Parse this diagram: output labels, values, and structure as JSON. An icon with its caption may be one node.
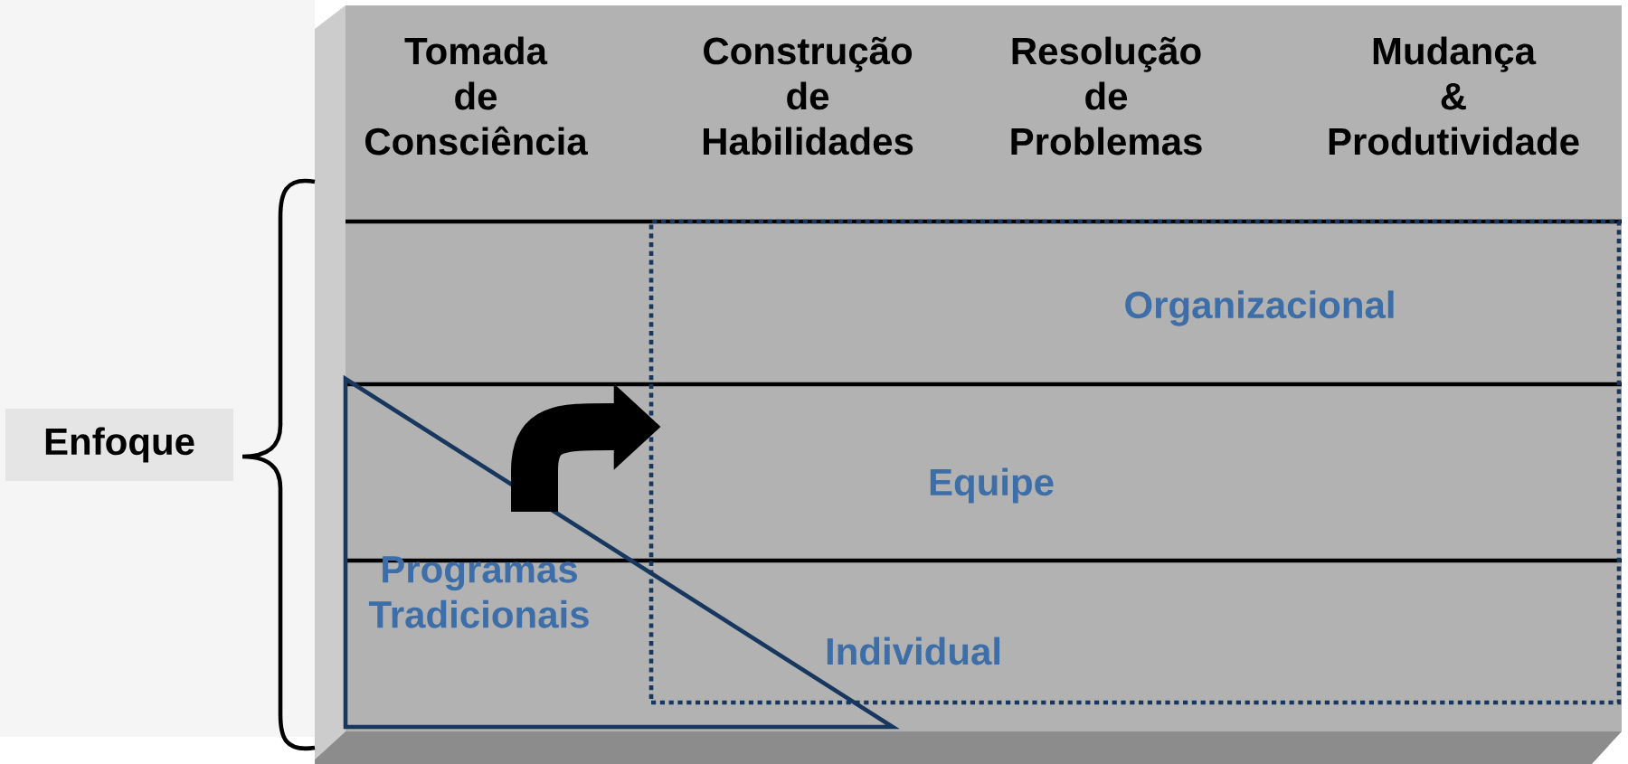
{
  "diagram": {
    "nodes": [
      {
        "text": [
          "Enfoque"
        ]
      },
      {
        "text": [
          "Programas Tradicionais"
        ]
      },
      {
        "text": [],
        "shape": "box"
      }
    ],
    "edges": [
      {
        "from": 1,
        "to": 2,
        "arrow": "to"
      }
    ],
    "labels": [
      "Tomada de Consciência",
      "Construção de Habilidades",
      "Resolução de Problemas",
      "Mudança & Produtividade",
      "Organizacional",
      "Equipe",
      "Individual"
    ]
  }
}
